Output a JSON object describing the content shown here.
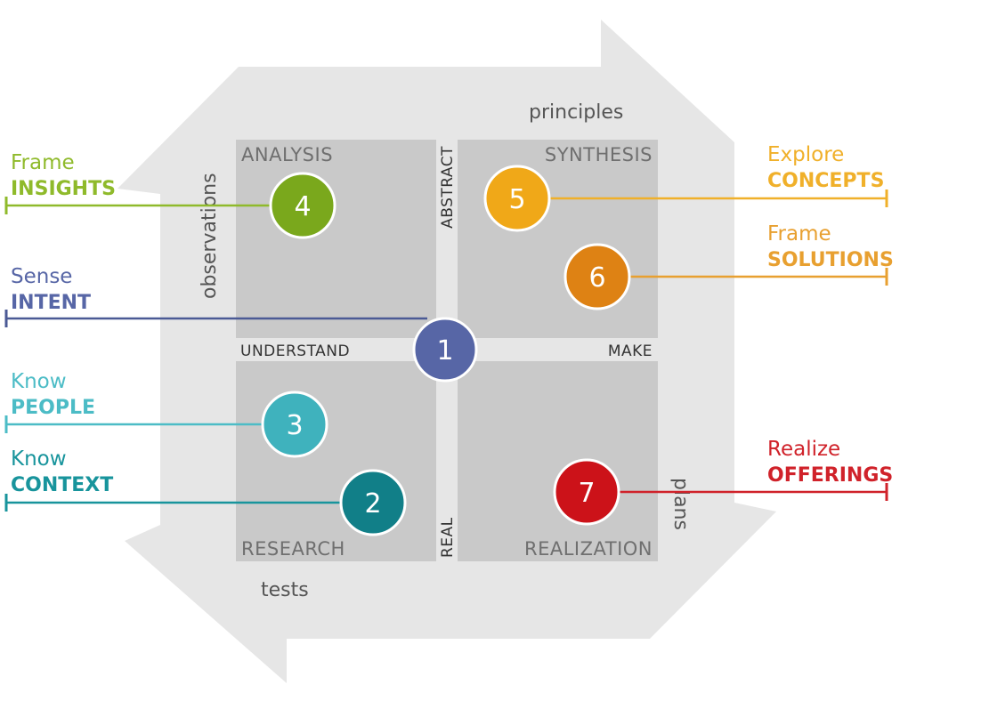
{
  "quadrants": {
    "top_left": "ANALYSIS",
    "top_right": "SYNTHESIS",
    "bottom_left": "RESEARCH",
    "bottom_right": "REALIZATION"
  },
  "axes": {
    "left": "UNDERSTAND",
    "right": "MAKE",
    "top": "ABSTRACT",
    "bottom": "REAL"
  },
  "edges": {
    "top": "principles",
    "left": "observations",
    "bottom": "tests",
    "right": "plans"
  },
  "nodes": [
    {
      "num": "1",
      "color": "#5766a6"
    },
    {
      "num": "2",
      "color": "#117f88"
    },
    {
      "num": "3",
      "color": "#3fb2bd"
    },
    {
      "num": "4",
      "color": "#7aa81c"
    },
    {
      "num": "5",
      "color": "#f0a818"
    },
    {
      "num": "6",
      "color": "#de8214"
    },
    {
      "num": "7",
      "color": "#cc1219"
    }
  ],
  "side_labels": {
    "insights": {
      "top": "Frame",
      "bottom": "INSIGHTS",
      "color": "#8fba2b"
    },
    "intent": {
      "top": "Sense",
      "bottom": "INTENT",
      "color": "#5766a6"
    },
    "people": {
      "top": "Know",
      "bottom": "PEOPLE",
      "color": "#4cbcc6"
    },
    "context": {
      "top": "Know",
      "bottom": "CONTEXT",
      "color": "#18949c"
    },
    "concepts": {
      "top": "Explore",
      "bottom": "CONCEPTS",
      "color": "#f0b02a"
    },
    "solutions": {
      "top": "Frame",
      "bottom": "SOLUTIONS",
      "color": "#e8a030"
    },
    "offerings": {
      "top": "Realize",
      "bottom": "OFFERINGS",
      "color": "#d0222a"
    }
  }
}
